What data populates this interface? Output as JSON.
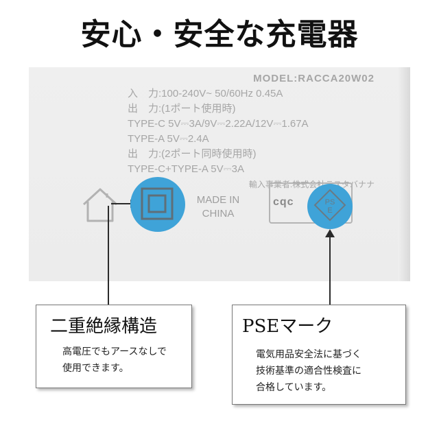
{
  "title": "安心・安全な充電器",
  "label": {
    "model": "MODEL:RACCA20W02",
    "lines": [
      "入　力:100-240V~ 50/60Hz 0.45A",
      "出　力:(1ポート使用時)",
      "TYPE-C  5V⎓3A/9V⎓2.22A/12V⎓1.67A",
      "TYPE-A  5V⎓2.4A",
      "出　力:(2ポート同時使用時)",
      "TYPE-C+TYPE-A  5V⎓3A"
    ],
    "importer": "輸入事業者:株式会社ラスタバナナ",
    "made_in_line1": "MADE IN",
    "made_in_line2": "CHINA",
    "cqc": "cqc",
    "pse_line1": "PS",
    "pse_line2": "E"
  },
  "callouts": {
    "left": {
      "title": "二重絶縁構造",
      "body_line1": "高電圧でもアースなしで",
      "body_line2": "使用できます。"
    },
    "right": {
      "title": "PSEマーク",
      "body_line1": "電気用品安全法に基づく",
      "body_line2": "技術基準の適合性検査に",
      "body_line3": "合格しています。"
    }
  },
  "colors": {
    "highlight": "#3fa3d8",
    "device": "#ececec",
    "label_text": "#a6a6a6"
  },
  "icons": [
    "house-icon",
    "double-square-icon",
    "pse-diamond-icon",
    "arrow-icon"
  ]
}
